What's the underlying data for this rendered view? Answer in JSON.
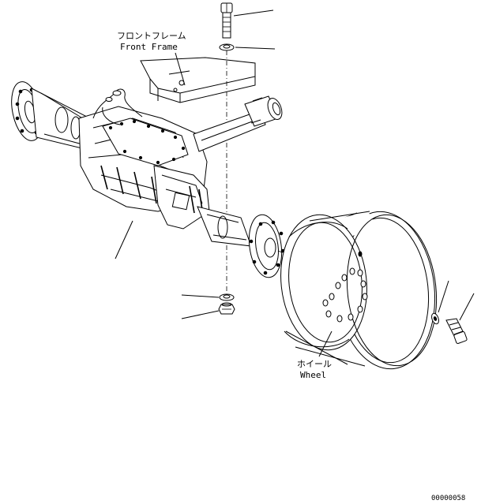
{
  "labels": {
    "front_frame_jp": "フロントフレーム",
    "front_frame_en": "Front Frame",
    "wheel_jp": "ホイール",
    "wheel_en": "Wheel",
    "drawing_number": "00000058"
  }
}
